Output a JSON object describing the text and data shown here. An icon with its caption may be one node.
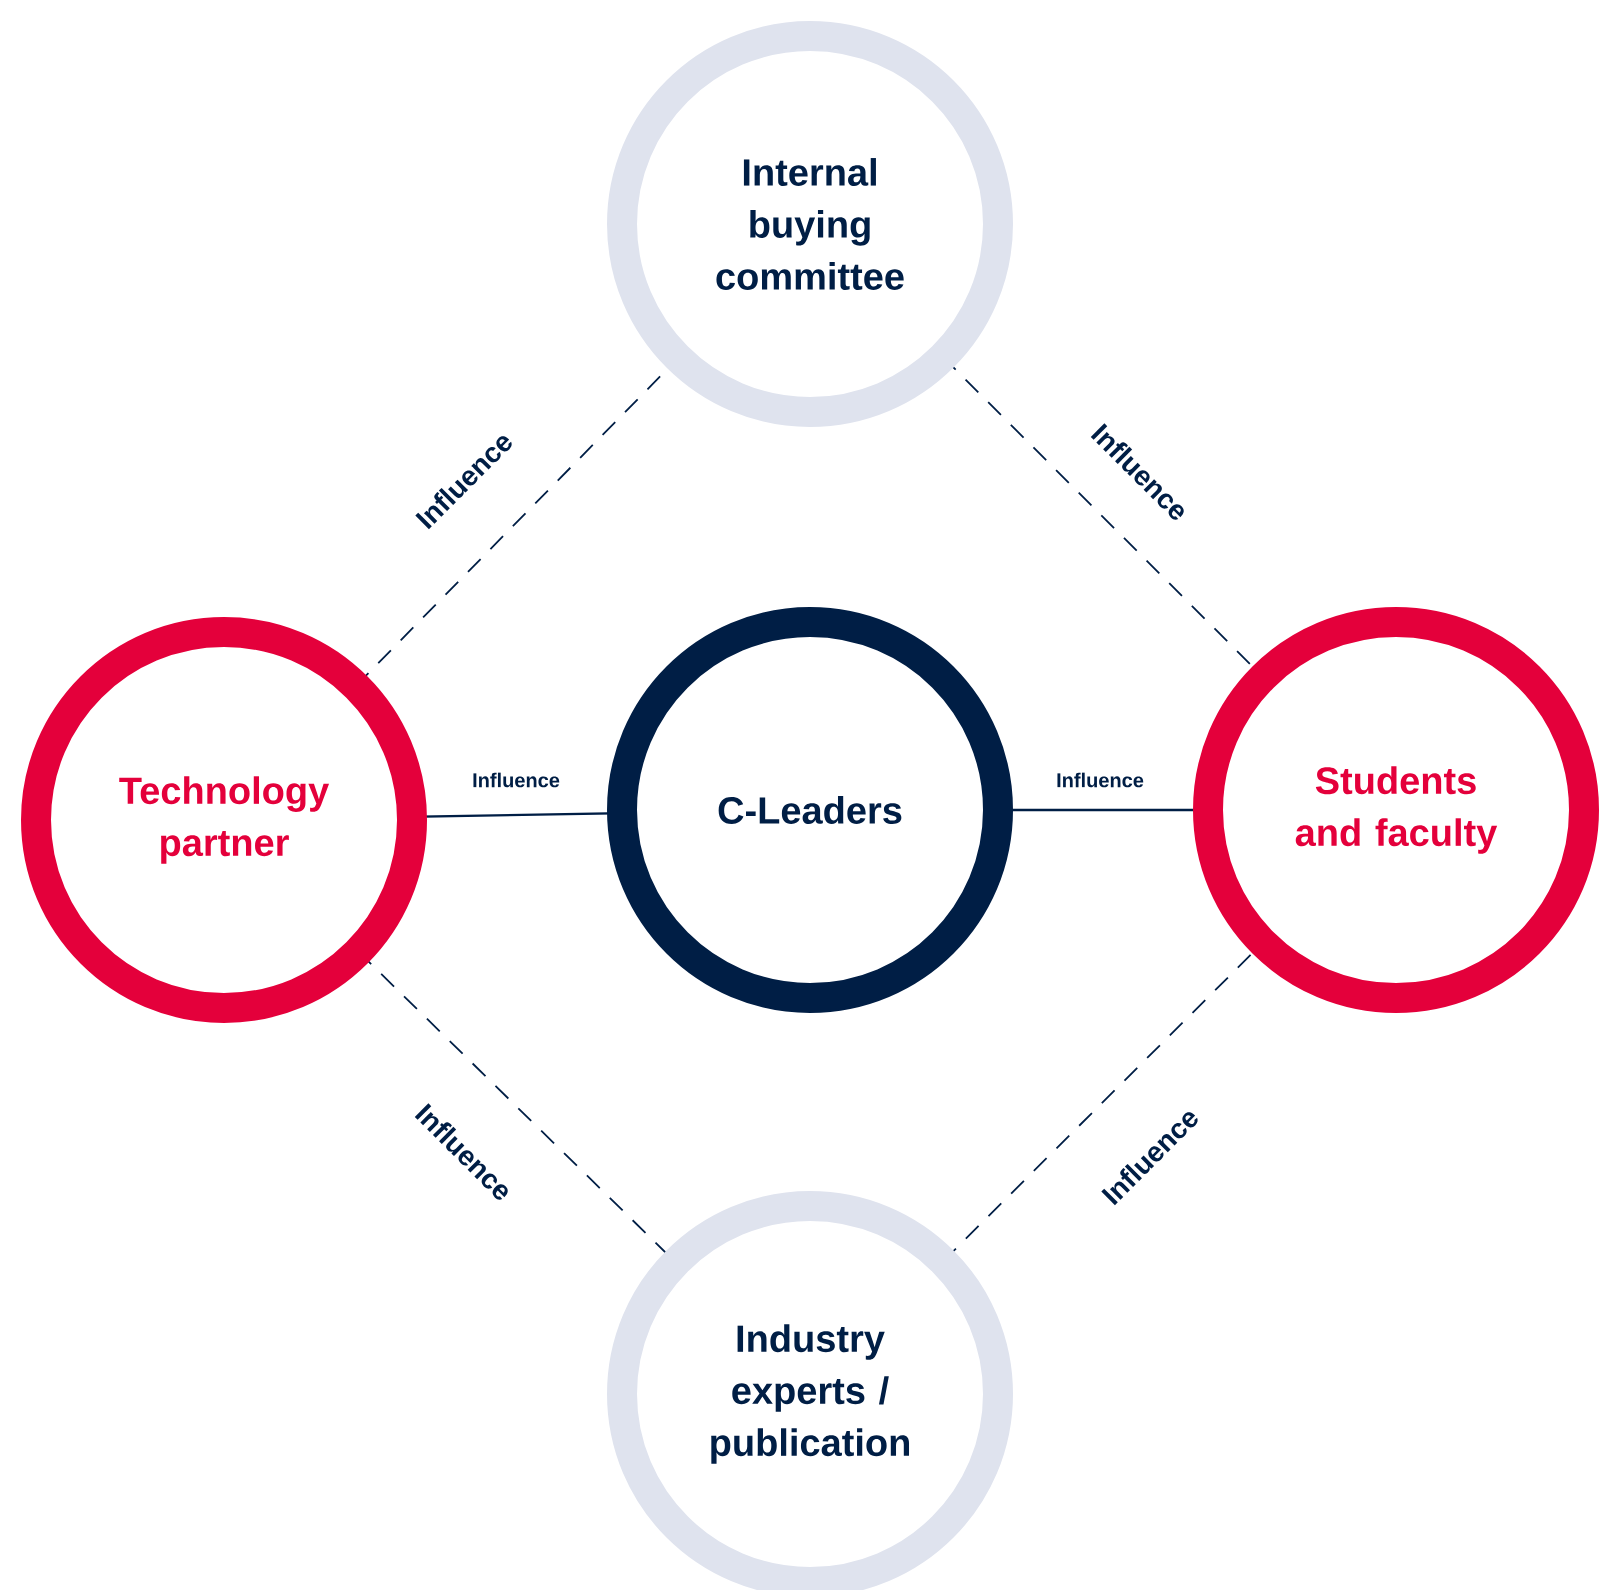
{
  "diagram": {
    "nodes": [
      {
        "text": [
          "Internal buying committee"
        ]
      },
      {
        "text": [
          "Technology partner"
        ]
      },
      {
        "text": [
          "C-Leaders"
        ]
      },
      {
        "text": [
          "Students and faculty"
        ]
      },
      {
        "text": [
          "Industry experts / publication"
        ]
      }
    ],
    "edges": [
      {
        "from": 1,
        "to": 0,
        "arrow": "none",
        "label": "Influence",
        "style": "dashed"
      },
      {
        "from": 0,
        "to": 3,
        "arrow": "none",
        "label": "Influence",
        "style": "dashed"
      },
      {
        "from": 1,
        "to": 2,
        "arrow": "none",
        "label": "Influence"
      },
      {
        "from": 2,
        "to": 3,
        "arrow": "none",
        "label": "Influence"
      },
      {
        "from": 1,
        "to": 4,
        "arrow": "none",
        "label": "Influence",
        "style": "dashed"
      },
      {
        "from": 4,
        "to": 3,
        "arrow": "none",
        "label": "Influence",
        "style": "dashed"
      }
    ]
  }
}
